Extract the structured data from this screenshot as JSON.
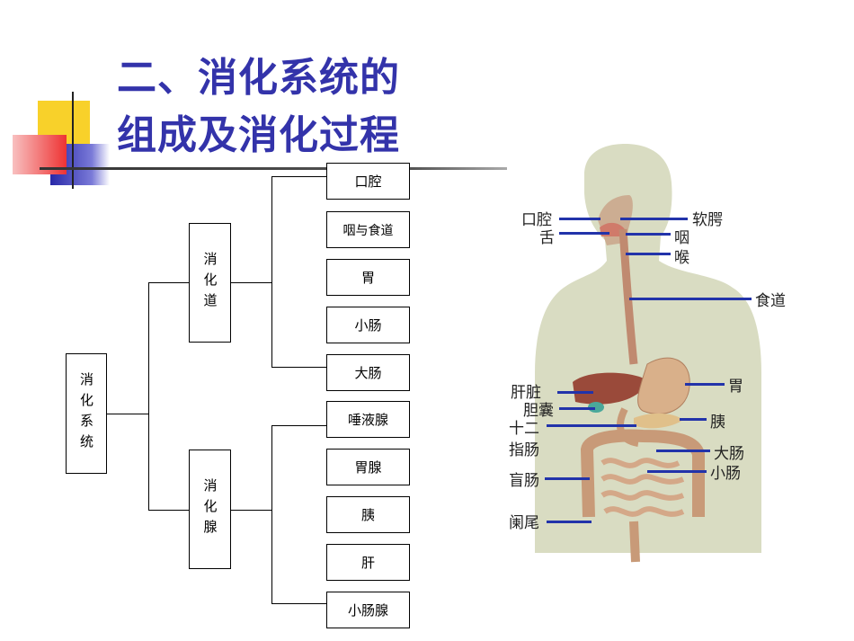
{
  "title": {
    "line1": "二、消化系统的",
    "line2": "组成及消化过程"
  },
  "tree": {
    "root": "消化系统",
    "tract": {
      "label": "消化道",
      "items": [
        "口腔",
        "咽与食道",
        "胃",
        "小肠",
        "大肠"
      ]
    },
    "glands": {
      "label": "消化腺",
      "items": [
        "唾液腺",
        "胃腺",
        "胰",
        "肝",
        "小肠腺"
      ]
    }
  },
  "anatomy_labels": {
    "mouth": "口腔",
    "tongue": "舌",
    "soft_palate": "软腭",
    "pharynx": "咽",
    "larynx": "喉",
    "esophagus": "食道",
    "liver": "肝脏",
    "gallbladder": "胆囊",
    "duodenum_1": "十二",
    "duodenum_2": "指肠",
    "cecum": "盲肠",
    "appendix": "阑尾",
    "stomach": "胃",
    "pancreas": "胰",
    "large_intestine": "大肠",
    "small_intestine": "小肠"
  },
  "colors": {
    "title": "#3333aa",
    "leader": "#2233aa",
    "skin": "#d9dcc2"
  }
}
